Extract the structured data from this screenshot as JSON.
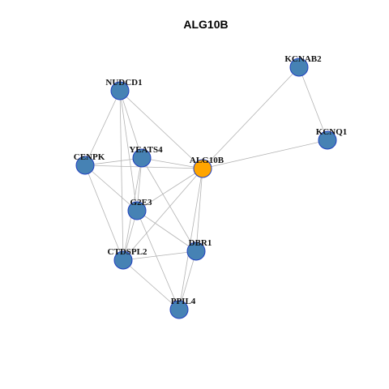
{
  "title": "ALG10B",
  "colors": {
    "focus_node": "#FFA500",
    "default_node": "#4682B4",
    "node_border": "#1F3FBF",
    "edge": "#B3B3B3"
  },
  "nodes": [
    {
      "id": "ALG10B",
      "label": "ALG10B",
      "focus": true
    },
    {
      "id": "KCNAB2",
      "label": "KCNAB2",
      "focus": false
    },
    {
      "id": "KCNQ1",
      "label": "KCNQ1",
      "focus": false
    },
    {
      "id": "NUDCD1",
      "label": "NUDCD1",
      "focus": false
    },
    {
      "id": "YEATS4",
      "label": "YEATS4",
      "focus": false
    },
    {
      "id": "CENPK",
      "label": "CENPK",
      "focus": false
    },
    {
      "id": "G2E3",
      "label": "G2E3",
      "focus": false
    },
    {
      "id": "CTDSPL2",
      "label": "CTDSPL2",
      "focus": false
    },
    {
      "id": "DBR1",
      "label": "DBR1",
      "focus": false
    },
    {
      "id": "PPIL4",
      "label": "PPIL4",
      "focus": false
    }
  ],
  "edges": [
    [
      "KCNAB2",
      "ALG10B"
    ],
    [
      "KCNAB2",
      "KCNQ1"
    ],
    [
      "KCNQ1",
      "ALG10B"
    ],
    [
      "NUDCD1",
      "ALG10B"
    ],
    [
      "NUDCD1",
      "CENPK"
    ],
    [
      "NUDCD1",
      "YEATS4"
    ],
    [
      "NUDCD1",
      "G2E3"
    ],
    [
      "NUDCD1",
      "CTDSPL2"
    ],
    [
      "YEATS4",
      "ALG10B"
    ],
    [
      "YEATS4",
      "CENPK"
    ],
    [
      "YEATS4",
      "G2E3"
    ],
    [
      "YEATS4",
      "CTDSPL2"
    ],
    [
      "YEATS4",
      "DBR1"
    ],
    [
      "CENPK",
      "ALG10B"
    ],
    [
      "CENPK",
      "G2E3"
    ],
    [
      "CENPK",
      "CTDSPL2"
    ],
    [
      "G2E3",
      "ALG10B"
    ],
    [
      "G2E3",
      "DBR1"
    ],
    [
      "G2E3",
      "CTDSPL2"
    ],
    [
      "G2E3",
      "PPIL4"
    ],
    [
      "CTDSPL2",
      "ALG10B"
    ],
    [
      "CTDSPL2",
      "DBR1"
    ],
    [
      "CTDSPL2",
      "PPIL4"
    ],
    [
      "DBR1",
      "ALG10B"
    ],
    [
      "DBR1",
      "PPIL4"
    ],
    [
      "PPIL4",
      "ALG10B"
    ]
  ]
}
